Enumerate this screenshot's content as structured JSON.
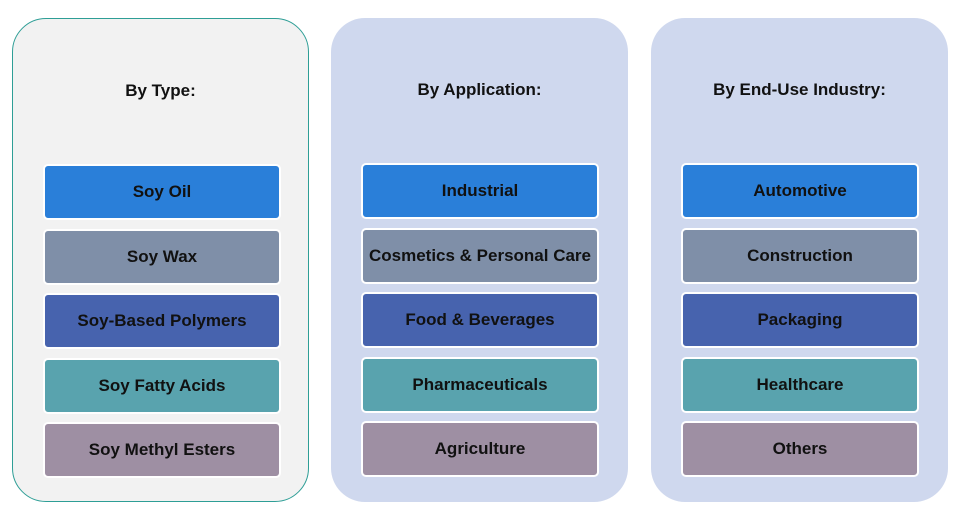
{
  "colors": [
    "#2a7fd9",
    "#7f8fa8",
    "#4763ae",
    "#59a3ae",
    "#9e8fa3"
  ],
  "panels": [
    {
      "title": "By Type:",
      "items": [
        "Soy Oil",
        "Soy Wax",
        "Soy-Based Polymers",
        "Soy Fatty Acids",
        "Soy Methyl Esters"
      ]
    },
    {
      "title": "By Application:",
      "items": [
        "Industrial",
        "Cosmetics & Personal Care",
        "Food & Beverages",
        "Pharmaceuticals",
        "Agriculture"
      ]
    },
    {
      "title": "By End-Use Industry:",
      "items": [
        "Automotive",
        "Construction",
        "Packaging",
        "Healthcare",
        "Others"
      ]
    }
  ]
}
